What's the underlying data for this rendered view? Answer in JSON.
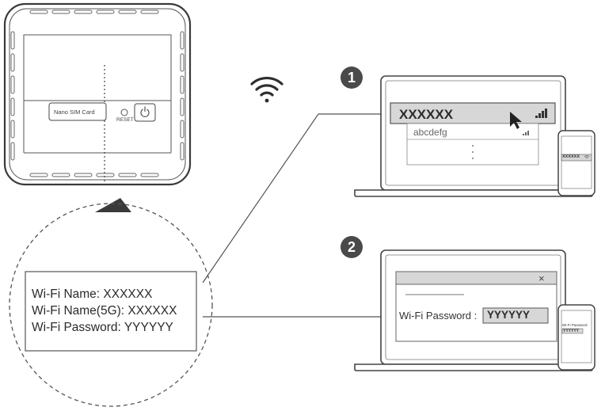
{
  "router": {
    "sim_slot_label": "Nano SIM Card",
    "reset_label": "RESET"
  },
  "label_card": {
    "wifi_name": "Wi-Fi Name: XXXXXX",
    "wifi_name_5g": "Wi-Fi Name(5G): XXXXXX",
    "wifi_password": "Wi-Fi Password: YYYYYY"
  },
  "step1": {
    "number": "1",
    "selected_network": "XXXXXX",
    "other_network": "abcdefg",
    "phone_network": "XXXXXX"
  },
  "step2": {
    "number": "2",
    "close_symbol": "×",
    "password_label": "Wi-Fi Password :",
    "password_value": "YYYYYY",
    "phone_password_label": "Wi-Fi Password",
    "phone_password_value": "YYYYYY"
  },
  "icons": [
    "wifi-icon",
    "power-icon",
    "signal-icon",
    "cursor-icon"
  ]
}
